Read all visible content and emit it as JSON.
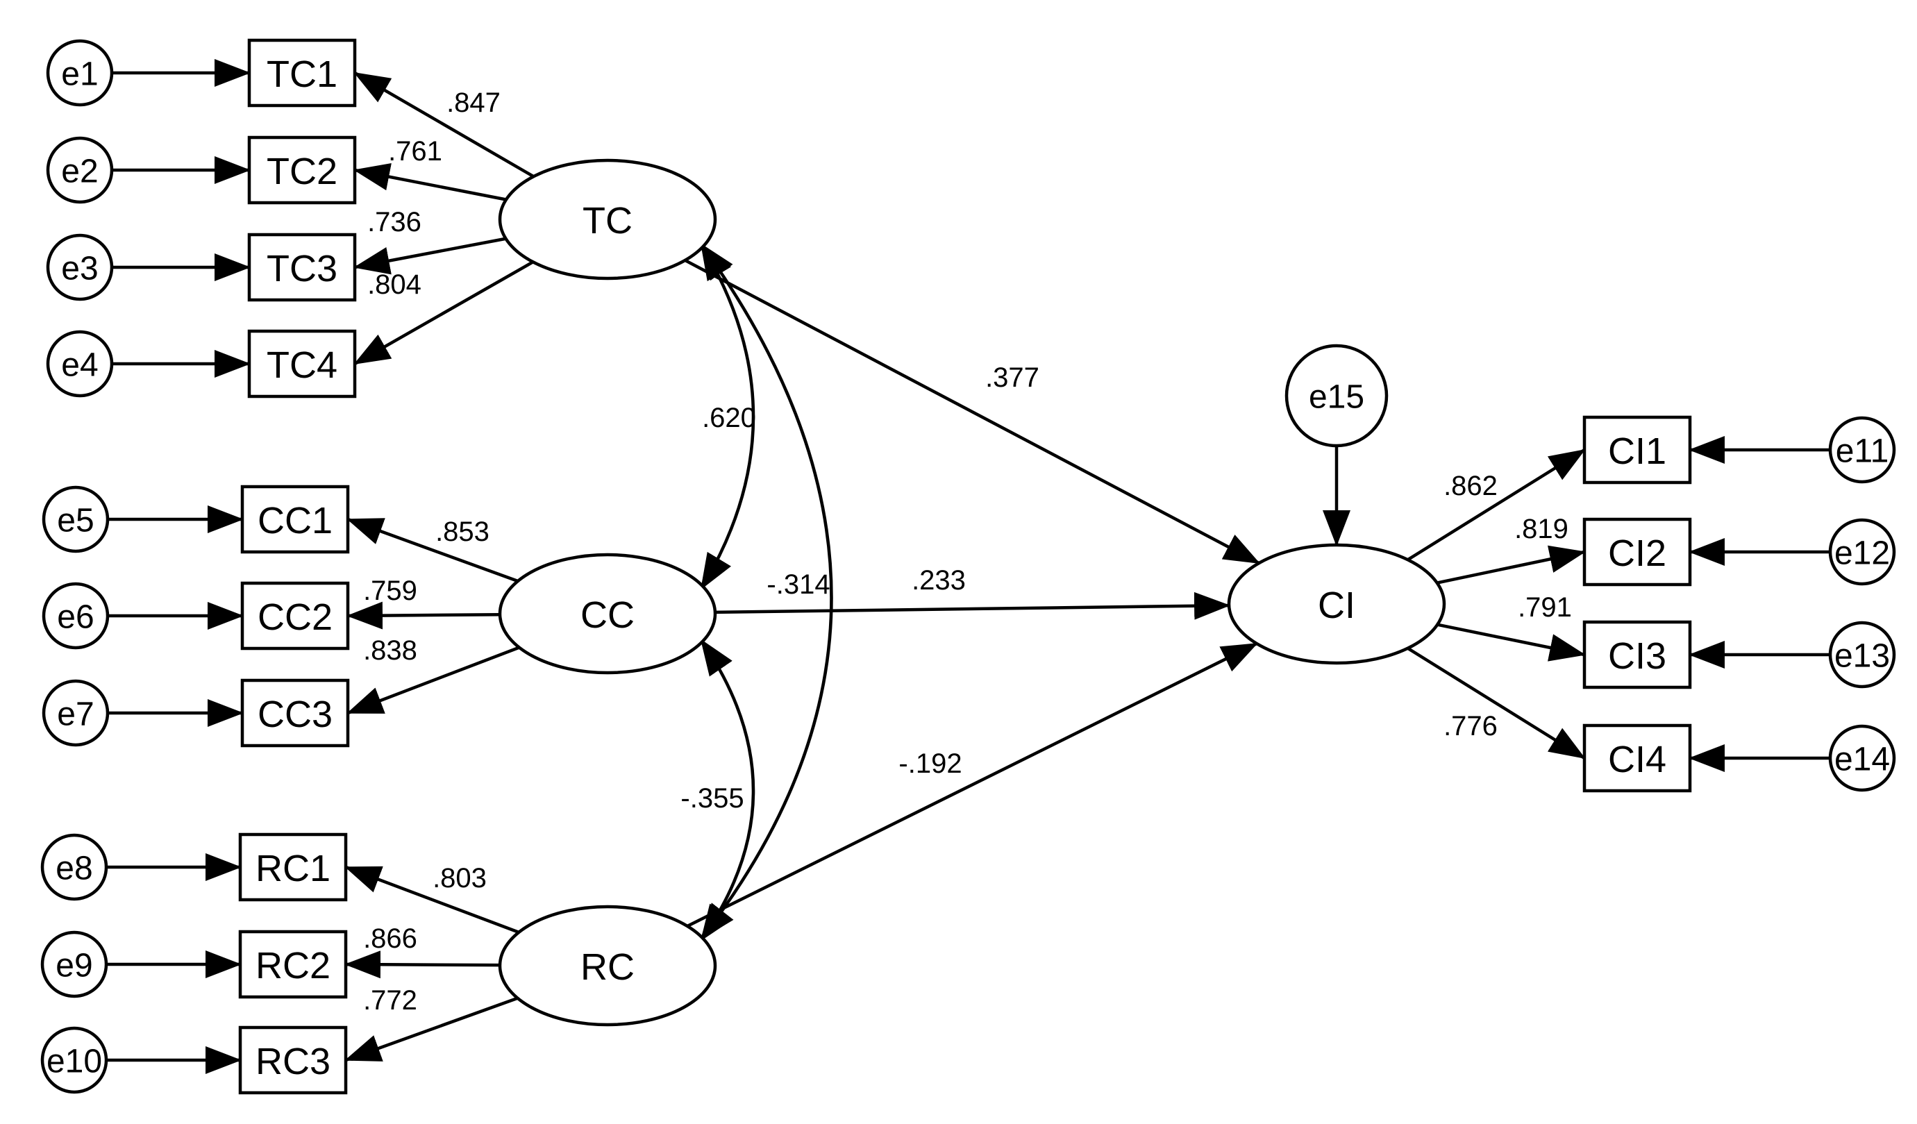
{
  "diagram": {
    "latent": [
      {
        "id": "TC",
        "label": "TC"
      },
      {
        "id": "CC",
        "label": "CC"
      },
      {
        "id": "RC",
        "label": "RC"
      },
      {
        "id": "CI",
        "label": "CI"
      }
    ],
    "observed": [
      {
        "id": "TC1",
        "label": "TC1"
      },
      {
        "id": "TC2",
        "label": "TC2"
      },
      {
        "id": "TC3",
        "label": "TC3"
      },
      {
        "id": "TC4",
        "label": "TC4"
      },
      {
        "id": "CC1",
        "label": "CC1"
      },
      {
        "id": "CC2",
        "label": "CC2"
      },
      {
        "id": "CC3",
        "label": "CC3"
      },
      {
        "id": "RC1",
        "label": "RC1"
      },
      {
        "id": "RC2",
        "label": "RC2"
      },
      {
        "id": "RC3",
        "label": "RC3"
      },
      {
        "id": "CI1",
        "label": "CI1"
      },
      {
        "id": "CI2",
        "label": "CI2"
      },
      {
        "id": "CI3",
        "label": "CI3"
      },
      {
        "id": "CI4",
        "label": "CI4"
      }
    ],
    "errors": [
      {
        "id": "e1",
        "label": "e1",
        "target": "TC1"
      },
      {
        "id": "e2",
        "label": "e2",
        "target": "TC2"
      },
      {
        "id": "e3",
        "label": "e3",
        "target": "TC3"
      },
      {
        "id": "e4",
        "label": "e4",
        "target": "TC4"
      },
      {
        "id": "e5",
        "label": "e5",
        "target": "CC1"
      },
      {
        "id": "e6",
        "label": "e6",
        "target": "CC2"
      },
      {
        "id": "e7",
        "label": "e7",
        "target": "CC3"
      },
      {
        "id": "e8",
        "label": "e8",
        "target": "RC1"
      },
      {
        "id": "e9",
        "label": "e9",
        "target": "RC2"
      },
      {
        "id": "e10",
        "label": "e10",
        "target": "RC3"
      },
      {
        "id": "e11",
        "label": "e11",
        "target": "CI1"
      },
      {
        "id": "e12",
        "label": "e12",
        "target": "CI2"
      },
      {
        "id": "e13",
        "label": "e13",
        "target": "CI3"
      },
      {
        "id": "e14",
        "label": "e14",
        "target": "CI4"
      },
      {
        "id": "e15",
        "label": "e15",
        "target": "CI"
      }
    ],
    "loadings": [
      {
        "from": "TC",
        "to": "TC1",
        "value": ".847"
      },
      {
        "from": "TC",
        "to": "TC2",
        "value": ".761"
      },
      {
        "from": "TC",
        "to": "TC3",
        "value": ".736"
      },
      {
        "from": "TC",
        "to": "TC4",
        "value": ".804"
      },
      {
        "from": "CC",
        "to": "CC1",
        "value": ".853"
      },
      {
        "from": "CC",
        "to": "CC2",
        "value": ".759"
      },
      {
        "from": "CC",
        "to": "CC3",
        "value": ".838"
      },
      {
        "from": "RC",
        "to": "RC1",
        "value": ".803"
      },
      {
        "from": "RC",
        "to": "RC2",
        "value": ".866"
      },
      {
        "from": "RC",
        "to": "RC3",
        "value": ".772"
      },
      {
        "from": "CI",
        "to": "CI1",
        "value": ".862"
      },
      {
        "from": "CI",
        "to": "CI2",
        "value": ".819"
      },
      {
        "from": "CI",
        "to": "CI3",
        "value": ".791"
      },
      {
        "from": "CI",
        "to": "CI4",
        "value": ".776"
      }
    ],
    "paths": [
      {
        "from": "TC",
        "to": "CI",
        "value": ".377"
      },
      {
        "from": "CC",
        "to": "CI",
        "value": ".233"
      },
      {
        "from": "RC",
        "to": "CI",
        "value": "-.192"
      }
    ],
    "correlations": [
      {
        "a": "TC",
        "b": "CC",
        "value": ".620"
      },
      {
        "a": "TC",
        "b": "RC",
        "value": "-.314"
      },
      {
        "a": "CC",
        "b": "RC",
        "value": "-.355"
      }
    ]
  }
}
